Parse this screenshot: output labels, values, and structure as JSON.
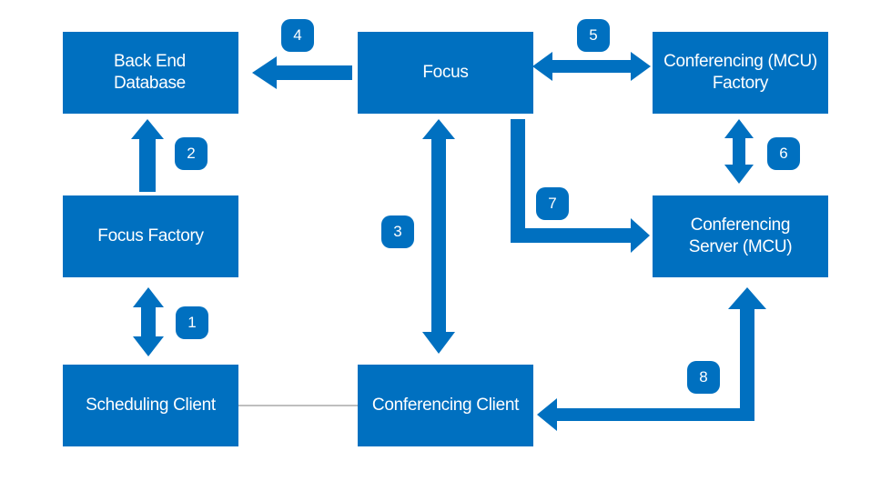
{
  "colors": {
    "box": "#0070c0",
    "text": "#ffffff",
    "connector": "#7f7f7f"
  },
  "boxes": {
    "back_end_database": "Back End\nDatabase",
    "focus": "Focus",
    "conferencing_mcu_factory": "Conferencing (MCU)\nFactory",
    "focus_factory": "Focus Factory",
    "conferencing_server_mcu": "Conferencing\nServer (MCU)",
    "scheduling_client": "Scheduling Client",
    "conferencing_client": "Conferencing Client"
  },
  "steps": {
    "s1": "1",
    "s2": "2",
    "s3": "3",
    "s4": "4",
    "s5": "5",
    "s6": "6",
    "s7": "7",
    "s8": "8"
  }
}
